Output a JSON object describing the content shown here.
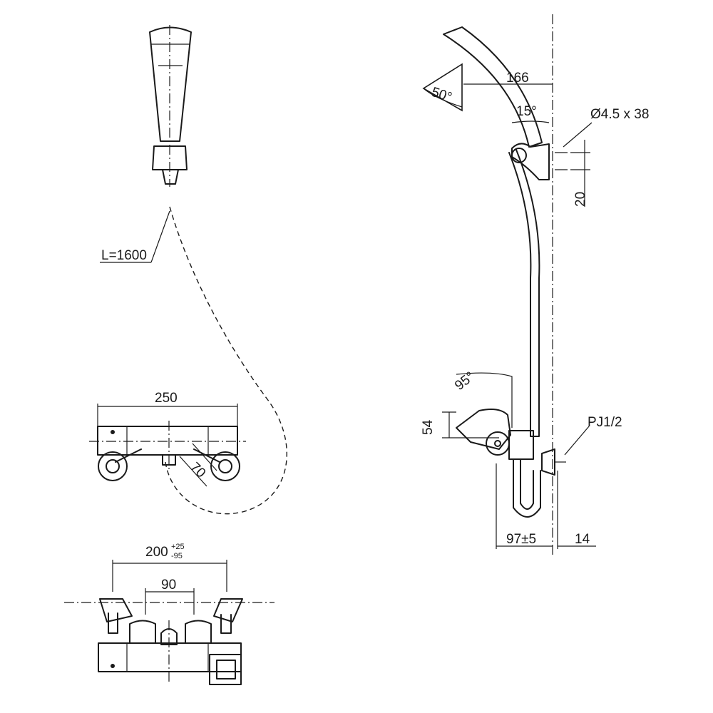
{
  "dimensions": {
    "hose_length": "L=1600",
    "body_length": "250",
    "handle_offset": "70",
    "inlet_spacing": "200",
    "inlet_tol_plus": "+25",
    "inlet_tol_minus": "-95",
    "inlet_90": "90",
    "rail_depth": "166",
    "head_angle": "50°",
    "rail_angle": "15°",
    "screw_spec": "Ø4.5 x 38",
    "screw_pitch": "20",
    "handle_angle": "95°",
    "handle_height": "54",
    "pipe_thread": "PJ1/2",
    "wall_offset": "97±5",
    "flange_depth": "14"
  }
}
